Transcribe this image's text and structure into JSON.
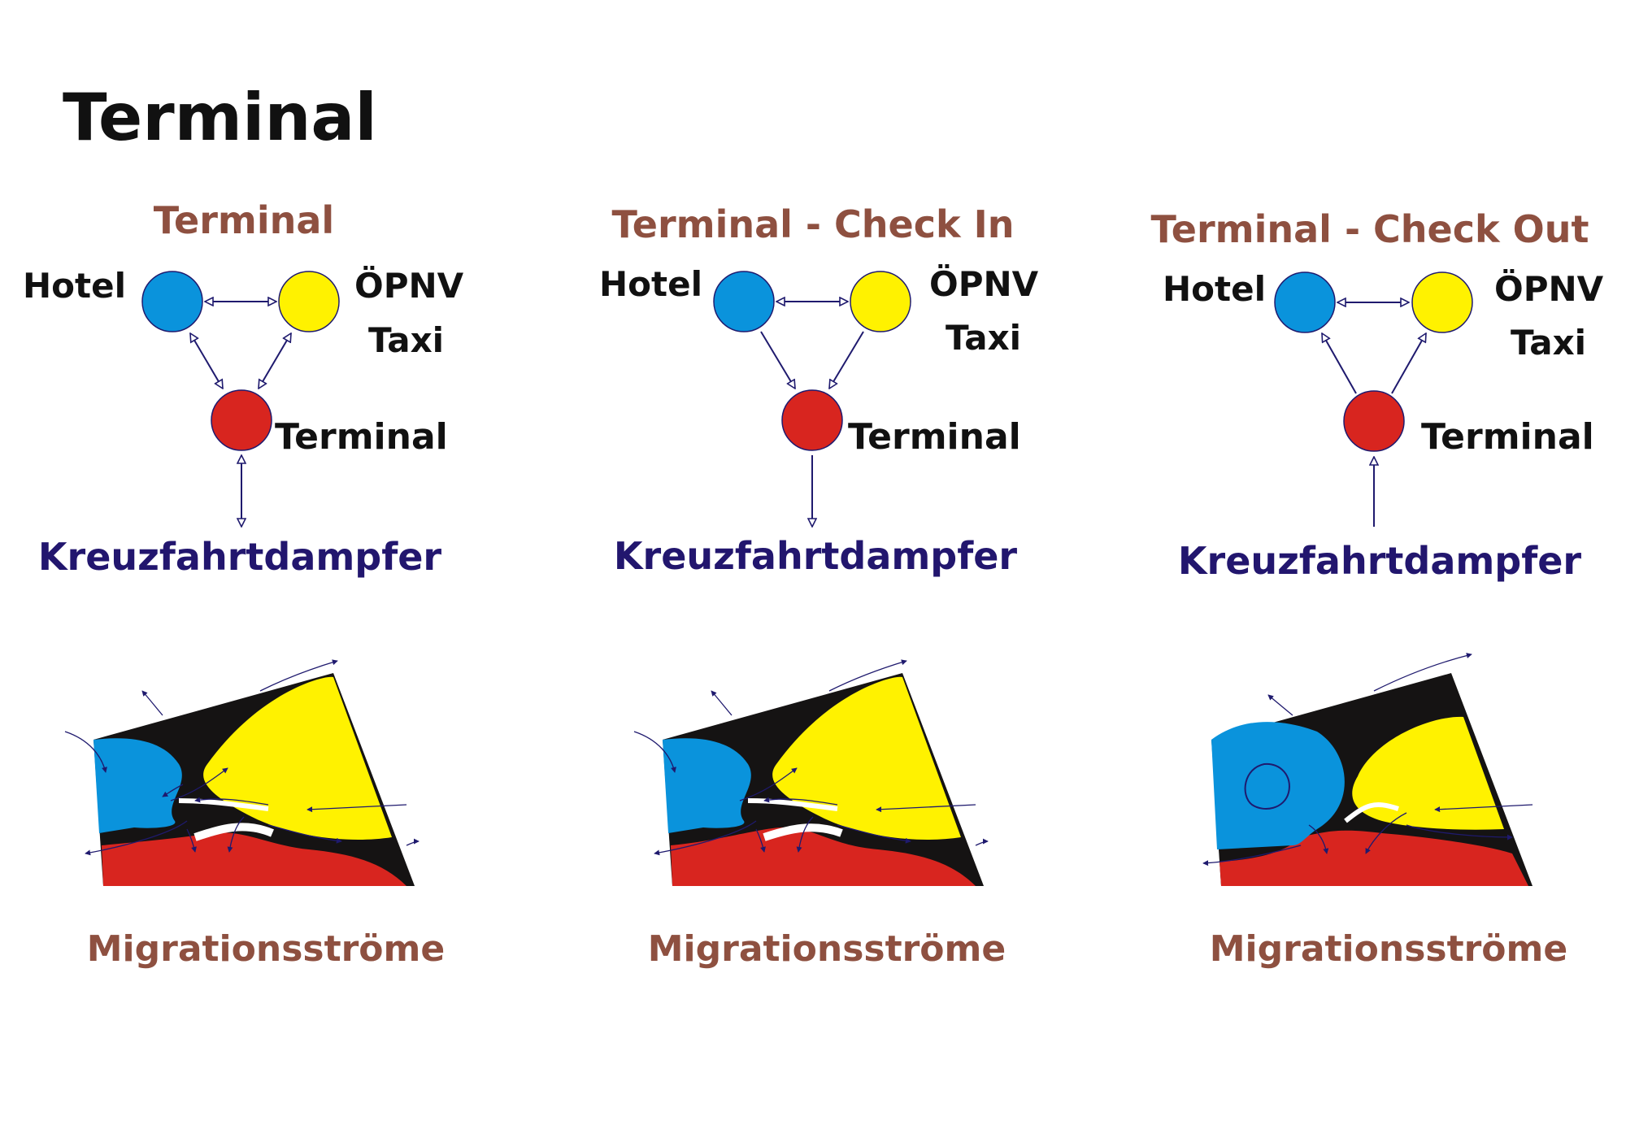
{
  "page": {
    "title": "Terminal"
  },
  "colors": {
    "hotel": "#0a93dc",
    "oepnv": "#fff200",
    "terminal": "#d8251f",
    "heading": "#8e5040",
    "ship": "#22166e",
    "label": "#111111",
    "arrow": "#1f1a6e",
    "dark": "#151313"
  },
  "panels": [
    {
      "heading": "Terminal",
      "node_hotel": "Hotel",
      "node_oepnv": "ÖPNV",
      "node_taxi": "Taxi",
      "node_terminal": "Terminal",
      "ship": "Kreuzfahrtdampfer",
      "caption": "Migrationsströme",
      "flow": "both"
    },
    {
      "heading": "Terminal - Check In",
      "node_hotel": "Hotel",
      "node_oepnv": "ÖPNV",
      "node_taxi": "Taxi",
      "node_terminal": "Terminal",
      "ship": "Kreuzfahrtdampfer",
      "caption": "Migrationsströme",
      "flow": "in"
    },
    {
      "heading": "Terminal - Check Out",
      "node_hotel": "Hotel",
      "node_oepnv": "ÖPNV",
      "node_taxi": "Taxi",
      "node_terminal": "Terminal",
      "ship": "Kreuzfahrtdampfer",
      "caption": "Migrationsströme",
      "flow": "out"
    }
  ]
}
